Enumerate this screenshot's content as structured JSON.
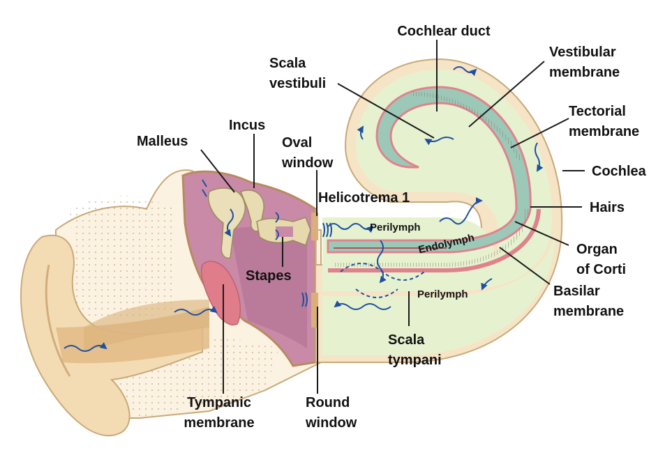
{
  "labels": {
    "cochlear_duct": "Cochlear duct",
    "vestibular_membrane_1": "Vestibular",
    "vestibular_membrane_2": "membrane",
    "scala_vestibuli_1": "Scala",
    "scala_vestibuli_2": "vestibuli",
    "tectorial_membrane_1": "Tectorial",
    "tectorial_membrane_2": "membrane",
    "incus": "Incus",
    "malleus": "Malleus",
    "oval_window_1": "Oval",
    "oval_window_2": "window",
    "cochlea": "Cochlea",
    "helicotrema": "Helicotrema 1",
    "hairs": "Hairs",
    "organ_of_corti_1": "Organ",
    "organ_of_corti_2": "of Corti",
    "stapes": "Stapes",
    "basilar_membrane_1": "Basilar",
    "basilar_membrane_2": "membrane",
    "scala_tympani_1": "Scala",
    "scala_tympani_2": "tympani",
    "tympanic_membrane_1": "Tympanic",
    "tympanic_membrane_2": "membrane",
    "round_window_1": "Round",
    "round_window_2": "window"
  },
  "inline_tags": {
    "perilymph_upper": "Perilymph",
    "endolymph": "Endolymph",
    "perilymph_lower": "Perilymph"
  },
  "colors": {
    "skin": "#f3dcb4",
    "skin_dark": "#d9b07a",
    "bone": "#fbf2e2",
    "middle_ear": "#c98aa8",
    "cochlea_fluid": "#e6f2cf",
    "duct": "#9cc8b8",
    "membrane_red": "#e0828c",
    "wave": "#1f4fa0"
  }
}
